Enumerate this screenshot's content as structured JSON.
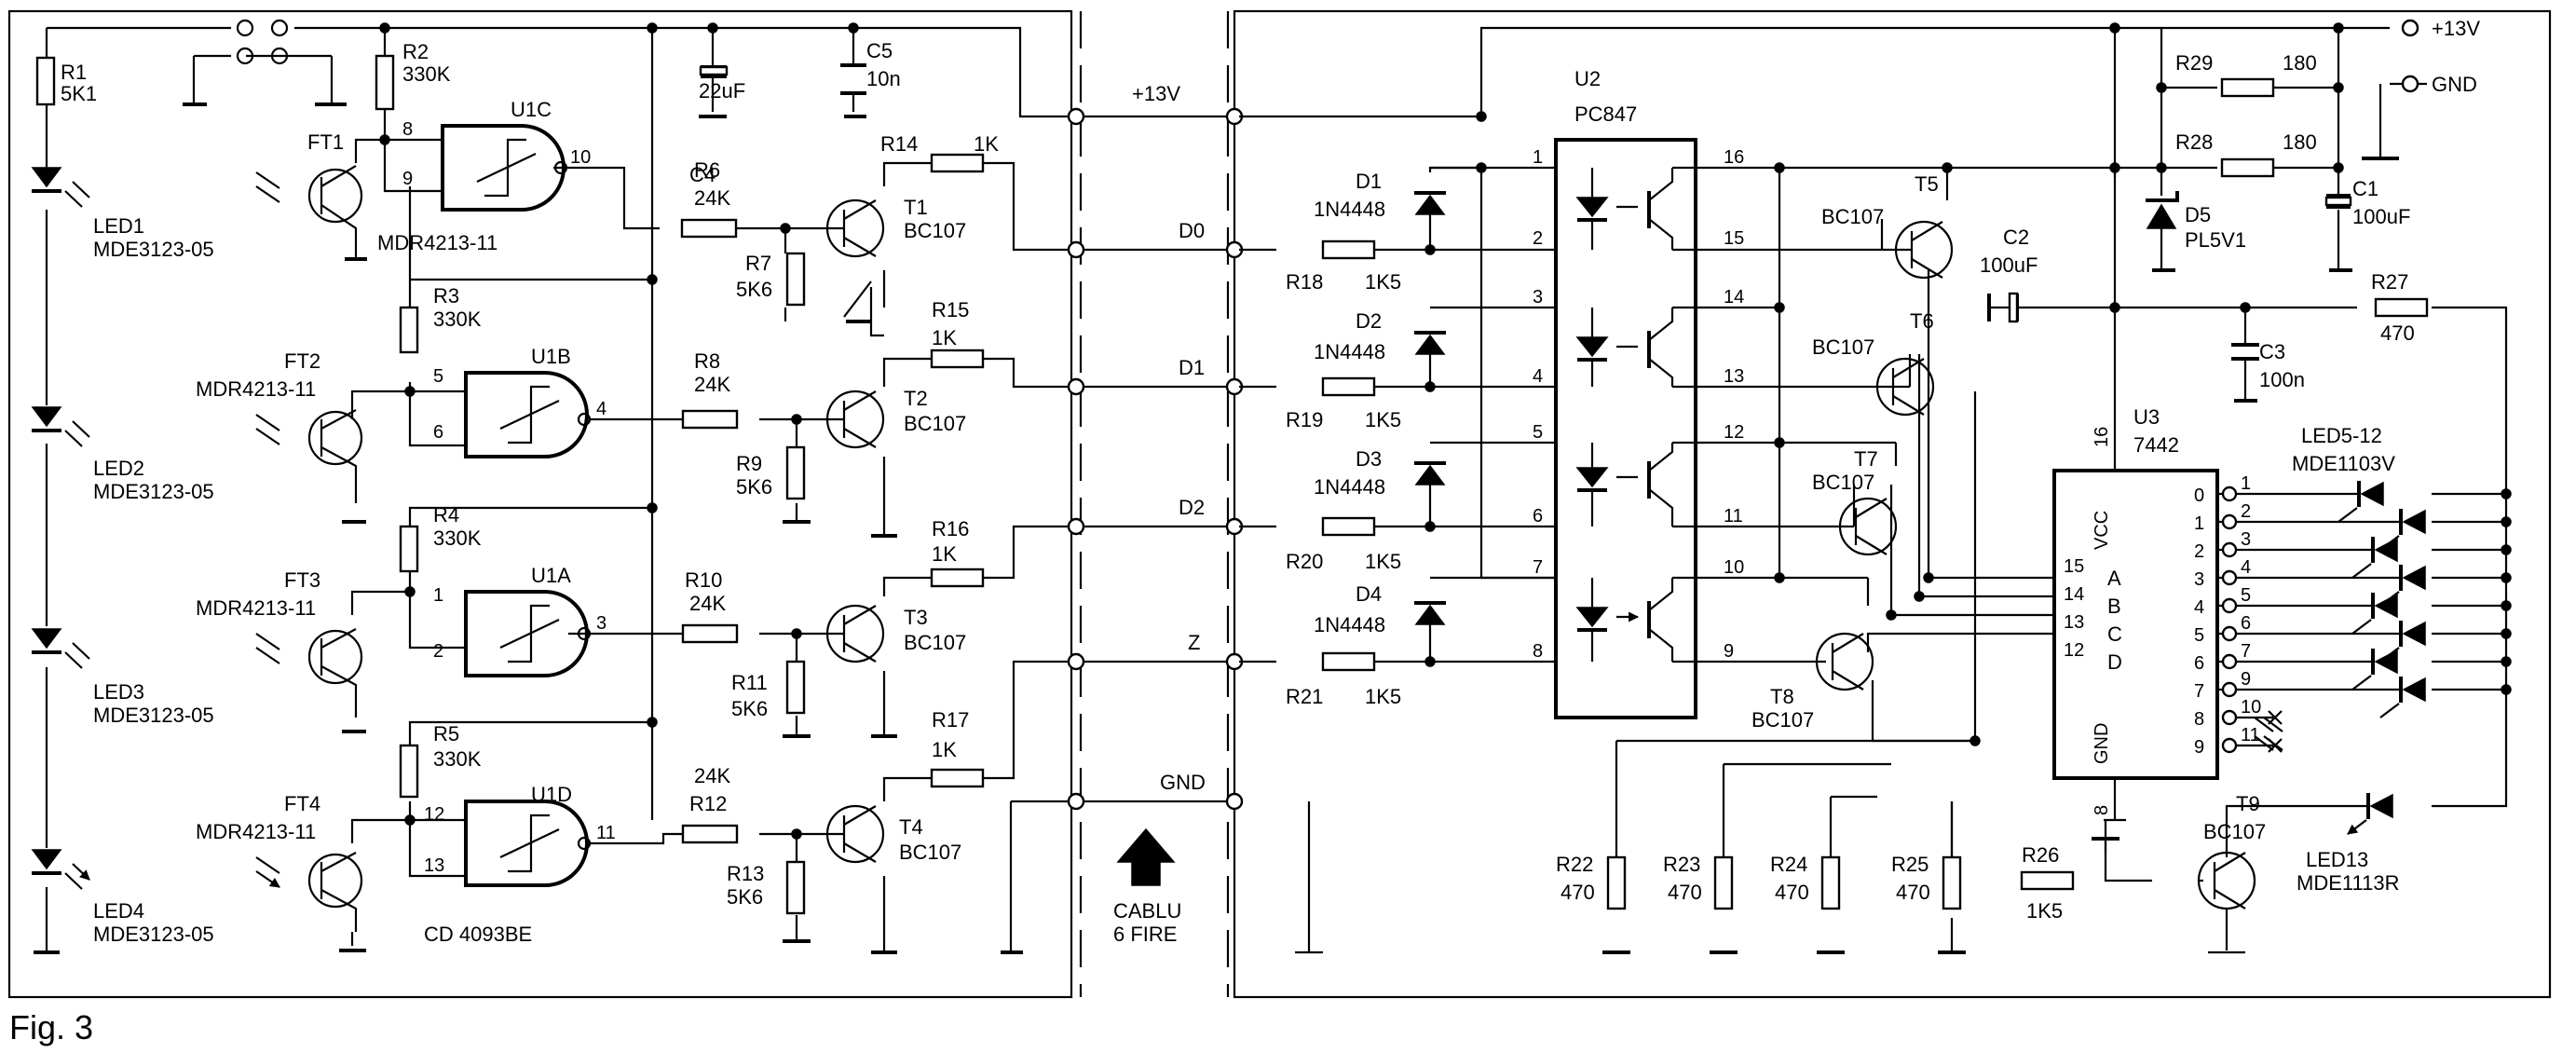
{
  "figure_label": "Fig. 3",
  "supply": {
    "plus13_cable": "+13V",
    "plus13_term": "+13V",
    "gnd_term": "GND"
  },
  "cable": {
    "line_d0": "D0",
    "line_d1": "D1",
    "line_d2": "D2",
    "line_z": "Z",
    "line_gnd": "GND",
    "caption1": "CABLU",
    "caption2": "6 FIRE"
  },
  "components": {
    "R1": {
      "ref": "R1",
      "val": "5K1"
    },
    "R2": {
      "ref": "R2",
      "val": "330K"
    },
    "R3": {
      "ref": "R3",
      "val": "330K"
    },
    "R4": {
      "ref": "R4",
      "val": "330K"
    },
    "R5": {
      "ref": "R5",
      "val": "330K"
    },
    "R6": {
      "ref": "R6",
      "val": "24K"
    },
    "R7": {
      "ref": "R7",
      "val": "5K6"
    },
    "R8": {
      "ref": "R8",
      "val": "24K"
    },
    "R9": {
      "ref": "R9",
      "val": "5K6"
    },
    "R10": {
      "ref": "R10",
      "val": "24K"
    },
    "R11": {
      "ref": "R11",
      "val": "5K6"
    },
    "R12": {
      "ref": "R12",
      "val": "24K"
    },
    "R13": {
      "ref": "R13",
      "val": "5K6"
    },
    "R14": {
      "ref": "R14",
      "val": "1K"
    },
    "R15": {
      "ref": "R15",
      "val": "1K"
    },
    "R16": {
      "ref": "R16",
      "val": "1K"
    },
    "R17": {
      "ref": "R17",
      "val": "1K"
    },
    "R18": {
      "ref": "R18",
      "val": "1K5"
    },
    "R19": {
      "ref": "R19",
      "val": "1K5"
    },
    "R20": {
      "ref": "R20",
      "val": "1K5"
    },
    "R21": {
      "ref": "R21",
      "val": "1K5"
    },
    "R22": {
      "ref": "R22",
      "val": "470"
    },
    "R23": {
      "ref": "R23",
      "val": "470"
    },
    "R24": {
      "ref": "R24",
      "val": "470"
    },
    "R25": {
      "ref": "R25",
      "val": "470"
    },
    "R26": {
      "ref": "R26",
      "val": "1K5"
    },
    "R27": {
      "ref": "R27",
      "val": "470"
    },
    "R28": {
      "ref": "R28",
      "val": "180"
    },
    "R29": {
      "ref": "R29",
      "val": "180"
    },
    "C1": {
      "ref": "C1",
      "val": "100uF"
    },
    "C2": {
      "ref": "C2",
      "val": "100uF"
    },
    "C3": {
      "ref": "C3",
      "val": "100n"
    },
    "C4": {
      "ref": "C4",
      "val": "22uF"
    },
    "C5": {
      "ref": "C5",
      "val": "10n"
    },
    "D1": {
      "ref": "D1",
      "val": "1N4448"
    },
    "D2": {
      "ref": "D2",
      "val": "1N4448"
    },
    "D3": {
      "ref": "D3",
      "val": "1N4448"
    },
    "D4": {
      "ref": "D4",
      "val": "1N4448"
    },
    "D5": {
      "ref": "D5",
      "val": "PL5V1"
    },
    "T1": {
      "ref": "T1",
      "val": "BC107"
    },
    "T2": {
      "ref": "T2",
      "val": "BC107"
    },
    "T3": {
      "ref": "T3",
      "val": "BC107"
    },
    "T4": {
      "ref": "T4",
      "val": "BC107"
    },
    "T5": {
      "ref": "T5",
      "val": "BC107"
    },
    "T6": {
      "ref": "T6",
      "val": "BC107"
    },
    "T7": {
      "ref": "T7",
      "val": "BC107"
    },
    "T8": {
      "ref": "T8",
      "val": "BC107"
    },
    "T9": {
      "ref": "T9",
      "val": "BC107"
    },
    "FT1": {
      "ref": "FT1",
      "val": "MDR4213-11"
    },
    "FT2": {
      "ref": "FT2",
      "val": "MDR4213-11"
    },
    "FT3": {
      "ref": "FT3",
      "val": "MDR4213-11"
    },
    "FT4": {
      "ref": "FT4",
      "val": "MDR4213-11"
    },
    "LED1": {
      "ref": "LED1",
      "val": "MDE3123-05"
    },
    "LED2": {
      "ref": "LED2",
      "val": "MDE3123-05"
    },
    "LED3": {
      "ref": "LED3",
      "val": "MDE3123-05"
    },
    "LED4": {
      "ref": "LED4",
      "val": "MDE3123-05"
    },
    "LED512": {
      "ref": "LED5-12",
      "val": "MDE1103V"
    },
    "LED13": {
      "ref": "LED13",
      "val": "MDE1113R"
    },
    "U1A": {
      "ref": "U1A"
    },
    "U1B": {
      "ref": "U1B"
    },
    "U1C": {
      "ref": "U1C"
    },
    "U1D": {
      "ref": "U1D"
    },
    "U1_part": "CD 4093BE",
    "U2": {
      "ref": "U2",
      "val": "PC847"
    },
    "U3": {
      "ref": "U3",
      "val": "7442"
    }
  },
  "pins": {
    "u1c": [
      "8",
      "9",
      "10"
    ],
    "u1b": [
      "5",
      "6",
      "4"
    ],
    "u1a": [
      "1",
      "2",
      "3"
    ],
    "u1d": [
      "12",
      "13",
      "11"
    ],
    "u2": [
      "1",
      "2",
      "3",
      "4",
      "5",
      "6",
      "7",
      "8",
      "16",
      "15",
      "14",
      "13",
      "12",
      "11",
      "10",
      "9"
    ],
    "u3_in_nums": [
      "15",
      "14",
      "13",
      "12"
    ],
    "u3_in_names": [
      "A",
      "B",
      "C",
      "D"
    ],
    "u3_out_nums": [
      "0",
      "1",
      "2",
      "3",
      "4",
      "5",
      "6",
      "7",
      "8",
      "9"
    ],
    "u3_out_pins": [
      "1",
      "2",
      "3",
      "4",
      "5",
      "6",
      "7",
      "9",
      "10",
      "11"
    ],
    "u3_vcc_label": "VCC",
    "u3_vcc_pin": "16",
    "u3_gnd_label": "GND",
    "u3_gnd_pin": "8"
  }
}
